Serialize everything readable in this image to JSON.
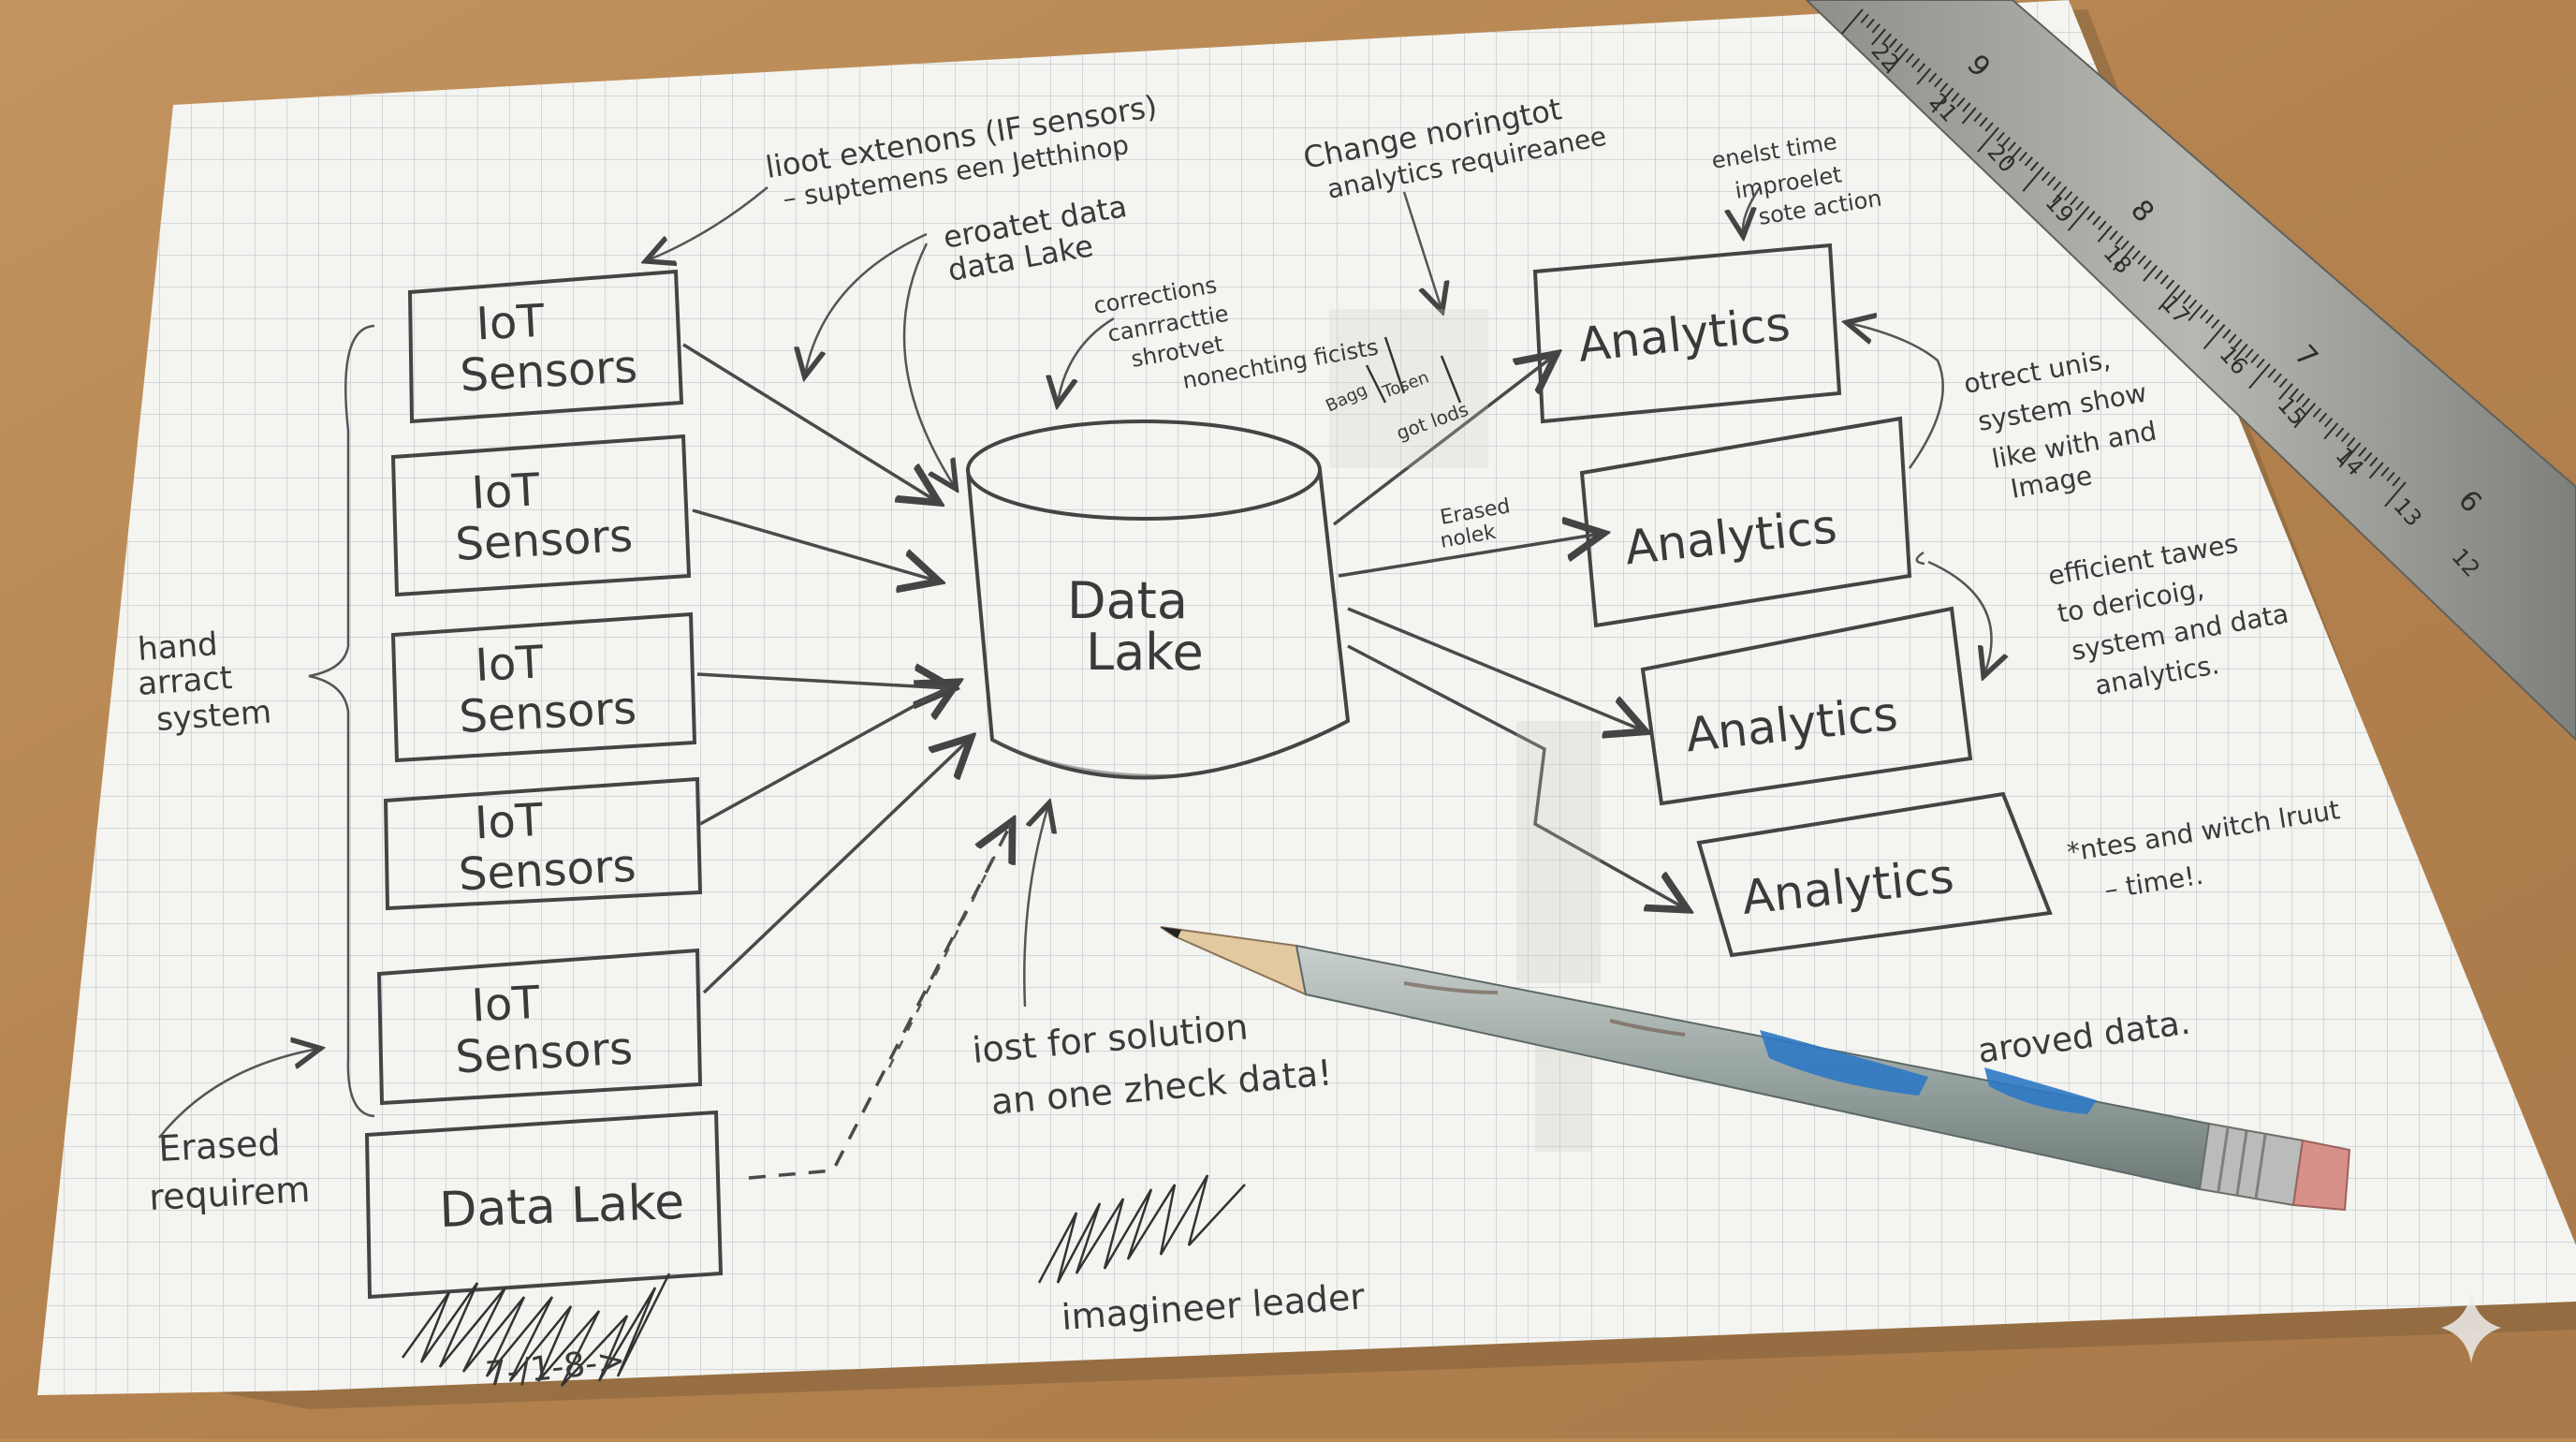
{
  "diagram": {
    "sensors": [
      {
        "line1": "IoT",
        "line2": "Sensors"
      },
      {
        "line1": "IoT",
        "line2": "Sensors"
      },
      {
        "line1": "IoT",
        "line2": "Sensors"
      },
      {
        "line1": "IoT",
        "line2": "Sensors"
      },
      {
        "line1": "IoT",
        "line2": "Sensors"
      }
    ],
    "source_data_lake": "Data Lake",
    "central_lake": {
      "line1": "Data",
      "line2": "Lake"
    },
    "analytics": [
      "Analytics",
      "Analytics",
      "Analytics",
      "Analytics"
    ],
    "notes": {
      "top_left_1": "lioot extenons (IF sensors)",
      "top_left_2": "– suptemens een Jetthinop",
      "top_center_1": "eroatet data",
      "top_center_2": "data Lake",
      "lake_note_1": "corrections",
      "lake_note_2": "canrracttie",
      "lake_note_3": "shrotvet",
      "lake_note_4": "nonechting ficists",
      "change_1": "Change noringtot",
      "change_2": "analytics requireanee",
      "top_right_1": "enelst time",
      "top_right_2": "improelet",
      "top_right_3": "sote action",
      "scribble_a": "Bagg",
      "scribble_b": "Tosen",
      "scribble_c": "got lods",
      "erased_mid_1": "Erased",
      "erased_mid_2": "nolek",
      "right_a1": "otrect unis,",
      "right_a2": "system show",
      "right_a3": "like with and",
      "right_a4": "Image",
      "right_b1": "efficient tawes",
      "right_b2": "to dericoig,",
      "right_b3": "system and data",
      "right_b4": "analytics.",
      "right_c1": "*ntes and witch lruut",
      "right_c2": "– time!.",
      "bottom_right": "aroved data.",
      "hand_1": "hand",
      "hand_2": "arract",
      "hand_3": "system",
      "erased_left_1": "Erased",
      "erased_left_2": "requirem",
      "bottom_center_1": "iost for solution",
      "bottom_center_2": "an one zheck data!",
      "signature_label": "imagineer leader",
      "date_scribble": "7-/1-8->"
    },
    "ruler_numbers": [
      "22",
      "21",
      "20",
      "19",
      "18",
      "17",
      "16",
      "15",
      "14",
      "13",
      "12"
    ],
    "ruler_inches": [
      "9",
      "8",
      "7",
      "6"
    ]
  }
}
